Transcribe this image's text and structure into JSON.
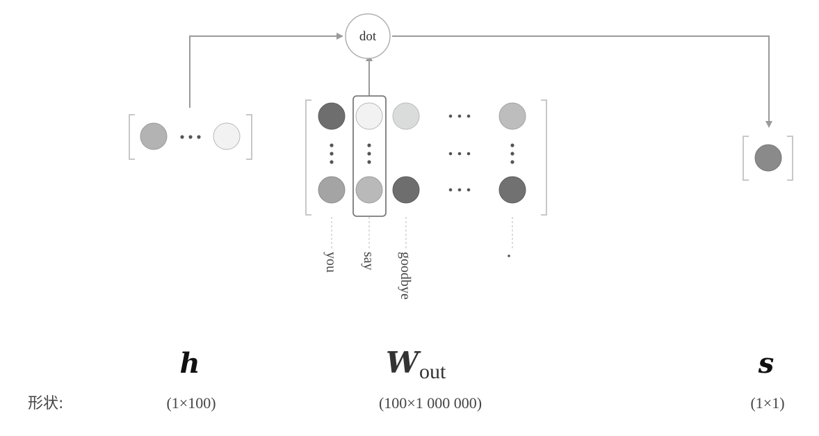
{
  "dot_node": {
    "label": "dot"
  },
  "words": [
    "you",
    "say",
    "goodbye"
  ],
  "labels": {
    "h": "h",
    "w_main": "W",
    "w_sub": "out",
    "s": "s"
  },
  "shape_row": {
    "prefix": "形状:",
    "h_shape": "(1×100)",
    "w_shape": "(100×1 000 000)",
    "s_shape": "(1×1)"
  },
  "colors": {
    "line": "#9a9a9a",
    "bracket": "#c8c8c8",
    "dark": "#6e6e6e",
    "mid": "#a4a4a4",
    "light_mid": "#b9b9b9",
    "pale": "#d9dcda",
    "very_light": "#f2f2f2"
  }
}
